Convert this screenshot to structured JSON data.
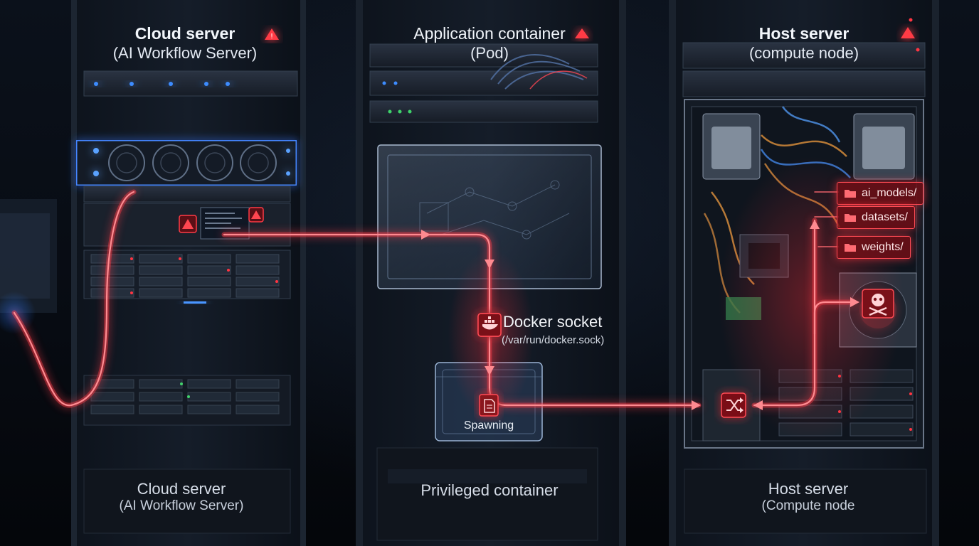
{
  "labels": {
    "top_left_title": "Cloud server",
    "top_left_sub": "(AI Workflow Server)",
    "top_mid_title": "Application container",
    "top_mid_sub": "(Pod)",
    "top_right_title": "Host server",
    "top_right_sub": "(compute node)",
    "bottom_left_title": "Cloud server",
    "bottom_left_sub": "(AI Workflow Server)",
    "bottom_mid_title": "Privileged container",
    "bottom_right_title": "Host server",
    "bottom_right_sub": "(Compute node"
  },
  "socket": {
    "title": "Docker socket",
    "path": "(/var/run/docker.sock)",
    "icon": "docker-whale-icon"
  },
  "spawn_label": "Spawning",
  "folders": [
    "ai_models/",
    "datasets/",
    "weights/"
  ],
  "icons": {
    "warning": "warning-triangle-icon",
    "folder": "folder-icon",
    "skull": "skull-crossbones-icon",
    "document": "document-icon",
    "shuffle": "shuffle-icon"
  },
  "colors": {
    "flow": "#ff3b46",
    "flow_glow": "#ff5a63",
    "blue_led": "#3d8cff",
    "background": "#05080e"
  }
}
